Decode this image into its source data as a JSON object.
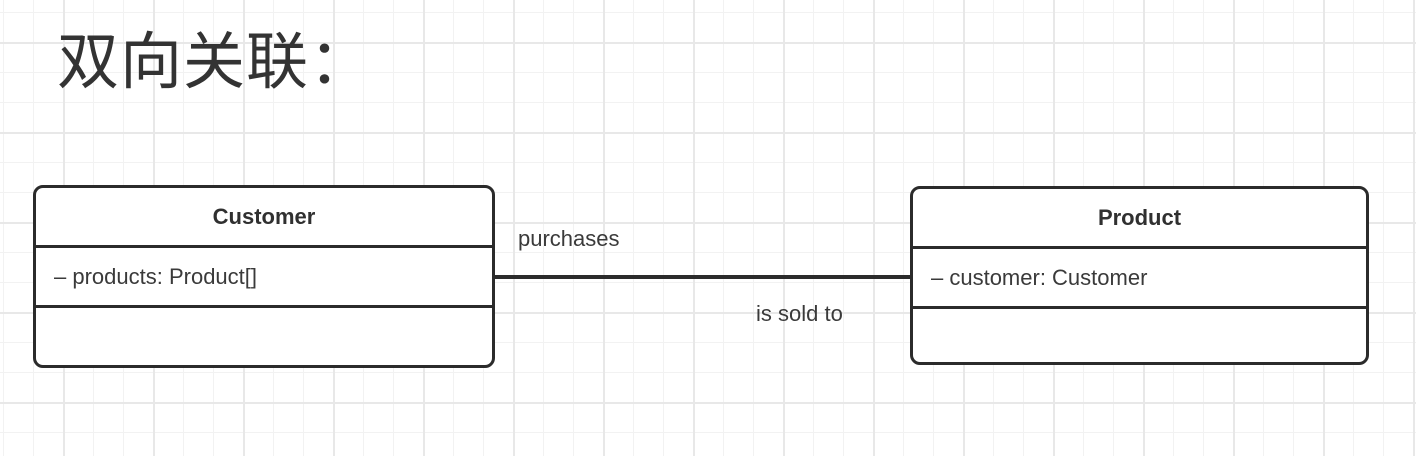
{
  "title": "双向关联：",
  "diagram": {
    "classes": [
      {
        "name": "Customer",
        "attribute": "– products: Product[]"
      },
      {
        "name": "Product",
        "attribute": "– customer: Customer"
      }
    ],
    "association": {
      "type": "bidirectional",
      "label_forward": "purchases",
      "label_reverse": "is sold to"
    }
  },
  "colors": {
    "background": "#ffffff",
    "grid_minor": "#f2f2f2",
    "grid_major": "#e8e8e8",
    "stroke": "#2b2b2b",
    "text": "#333333"
  }
}
